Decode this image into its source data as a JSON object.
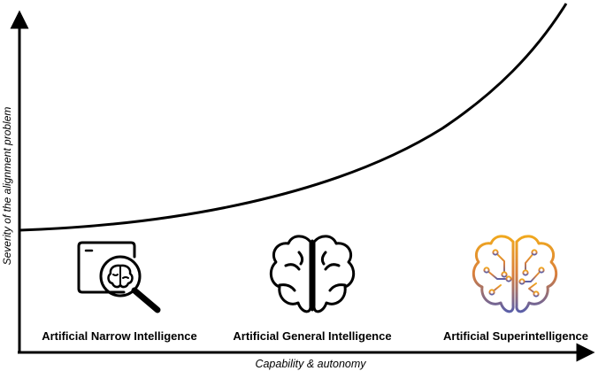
{
  "axes": {
    "x_label": "Capability & autonomy",
    "y_label": "Severity of the alignment problem"
  },
  "stages": [
    {
      "label": "Artificial Narrow Intelligence",
      "icon": "magnifier-brain-icon"
    },
    {
      "label": "Artificial General Intelligence",
      "icon": "brain-outline-icon"
    },
    {
      "label": "Artificial Superintelligence",
      "icon": "circuit-brain-icon"
    }
  ],
  "colors": {
    "ink": "#000000",
    "gradient_top": "#f0a81e",
    "gradient_bottom": "#5b5fa8"
  }
}
